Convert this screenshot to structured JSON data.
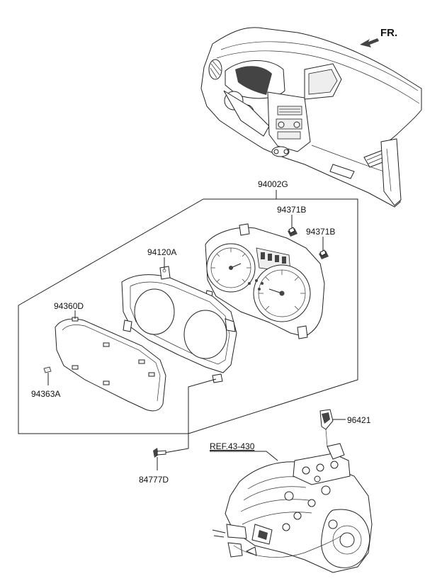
{
  "diagram": {
    "direction_label": "FR.",
    "callouts": {
      "assembly": "94002G",
      "bulb_1": "94371B",
      "bulb_2": "94371B",
      "housing": "94120A",
      "lens": "94360D",
      "clip": "94363A",
      "screw": "84777D",
      "sensor": "96421",
      "reference": "REF.43-430"
    }
  }
}
